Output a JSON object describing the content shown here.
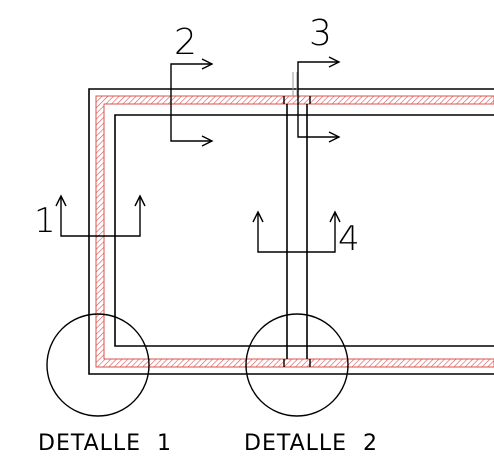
{
  "drawing": {
    "section_marks": [
      {
        "id": "1",
        "label": "1"
      },
      {
        "id": "2",
        "label": "2"
      },
      {
        "id": "3",
        "label": "3"
      },
      {
        "id": "4",
        "label": "4"
      }
    ],
    "details": [
      {
        "id": "detalle-1",
        "label": "DETALLE  1"
      },
      {
        "id": "detalle-2",
        "label": "DETALLE  2"
      }
    ],
    "colors": {
      "line": "#000000",
      "insulation_hatch": "#d9534f",
      "background": "#ffffff"
    }
  }
}
